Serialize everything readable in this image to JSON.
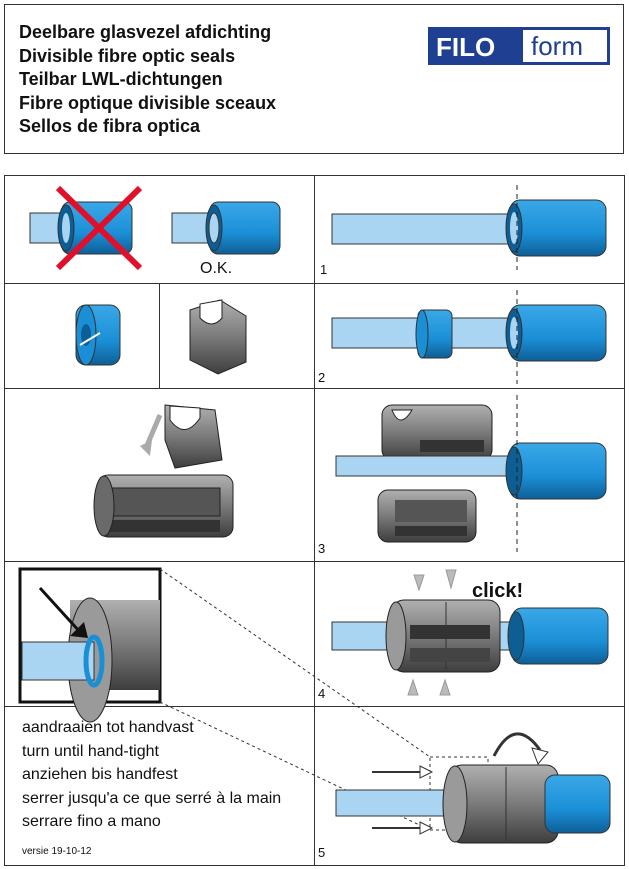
{
  "header": {
    "titles": [
      "Deelbare glasvezel afdichting",
      "Divisible fibre optic seals",
      "Teilbar LWL-dichtungen",
      "Fibre optique divisible sceaux",
      "Sellos de fibra optica"
    ],
    "logo": {
      "left": "FILO",
      "right": "form",
      "color": "#1f3f93"
    }
  },
  "steps": {
    "ok_label": "O.K.",
    "click_label": "click!",
    "numbers": [
      "1",
      "2",
      "3",
      "4",
      "5"
    ]
  },
  "instructions": [
    "aandraaien tot handvast",
    "turn until hand-tight",
    "anziehen bis handfest",
    "serrer jusqu'a ce que serré à la main",
    "serrare fino a mano"
  ],
  "version": "versie 19-10-12",
  "colors": {
    "fibre": "#a9d4f2",
    "seal_blue": "#1b8fd6",
    "seal_dark": "#0e5e96",
    "grey": "#8a8a8a",
    "grey_dark": "#4a4a4a",
    "cross": "#e0102a",
    "line": "#333333"
  }
}
